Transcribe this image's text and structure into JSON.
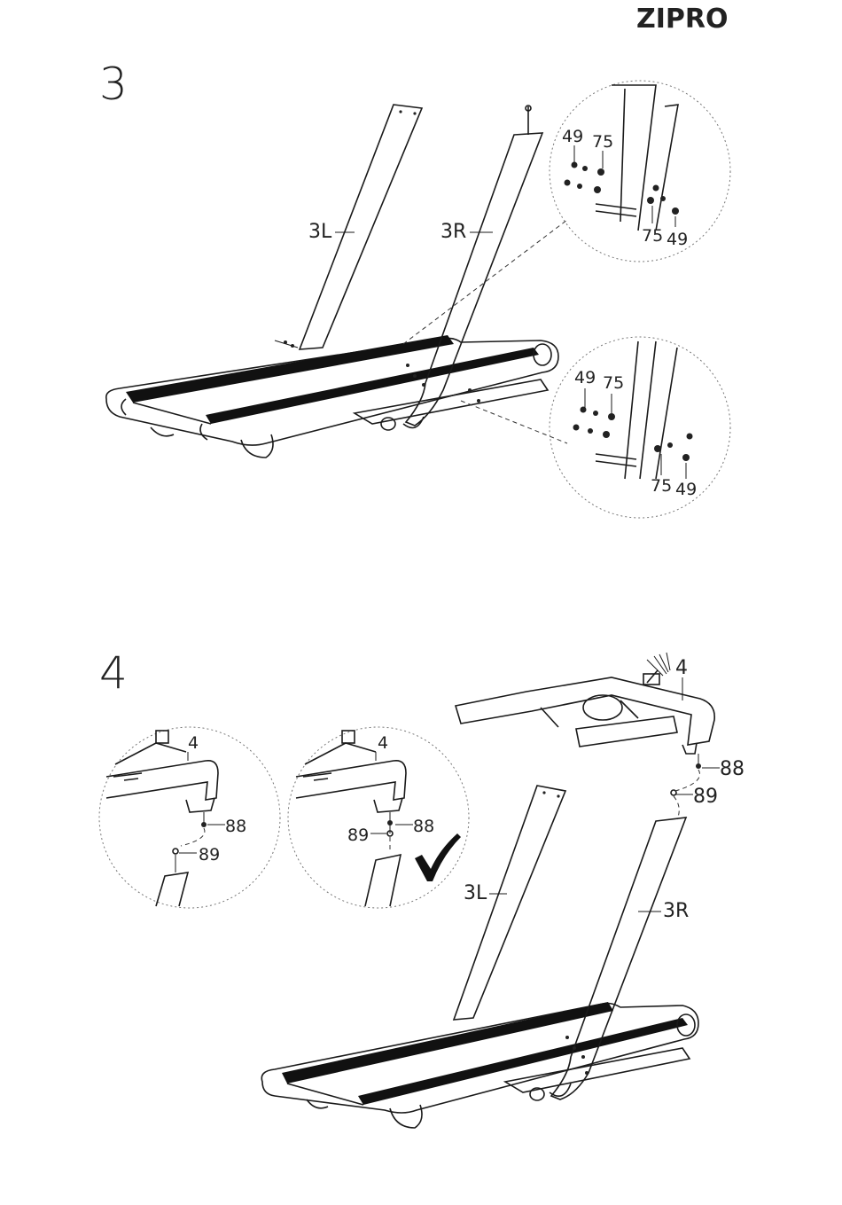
{
  "brand": {
    "logo_text": "ZIPRO"
  },
  "step3": {
    "number": "3",
    "labels": {
      "left_upright": "3L",
      "right_upright": "3R"
    },
    "detail_top": {
      "bolt_a": "49",
      "washer_a": "75",
      "washer_b": "75",
      "bolt_b": "49"
    },
    "detail_bottom": {
      "bolt_a": "49",
      "washer_a": "75",
      "washer_b": "75",
      "bolt_b": "49"
    }
  },
  "step4": {
    "number": "4",
    "labels": {
      "console": "4",
      "left_upright": "3L",
      "right_upright": "3R",
      "connector_a": "88",
      "connector_b": "89"
    },
    "detail_left": {
      "console": "4",
      "connector_a": "88",
      "connector_b": "89"
    },
    "detail_right": {
      "console": "4",
      "connector_a": "88",
      "connector_b": "89",
      "check_icon": "checkmark-icon"
    }
  }
}
